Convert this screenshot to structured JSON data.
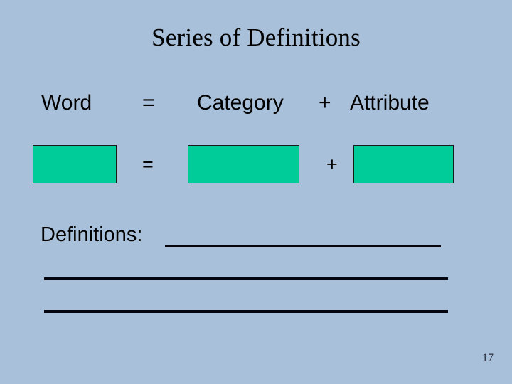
{
  "slide": {
    "title": "Series of Definitions",
    "background_color": "#a8c0da",
    "page_number": "17"
  },
  "formula_header": {
    "word_label": "Word",
    "equals_label": "=",
    "category_label": "Category",
    "plus_label": "+",
    "attribute_label": "Attribute"
  },
  "answer_row": {
    "box_fill_color": "#00cc99",
    "box_border_color": "#1a1a1a",
    "word_box_value": "",
    "equals_label": "=",
    "category_box_value": "",
    "plus_label": "+",
    "attribute_box_value": ""
  },
  "definitions": {
    "label": "Definitions:",
    "line_1_value": "",
    "line_2_value": "",
    "line_3_value": ""
  }
}
